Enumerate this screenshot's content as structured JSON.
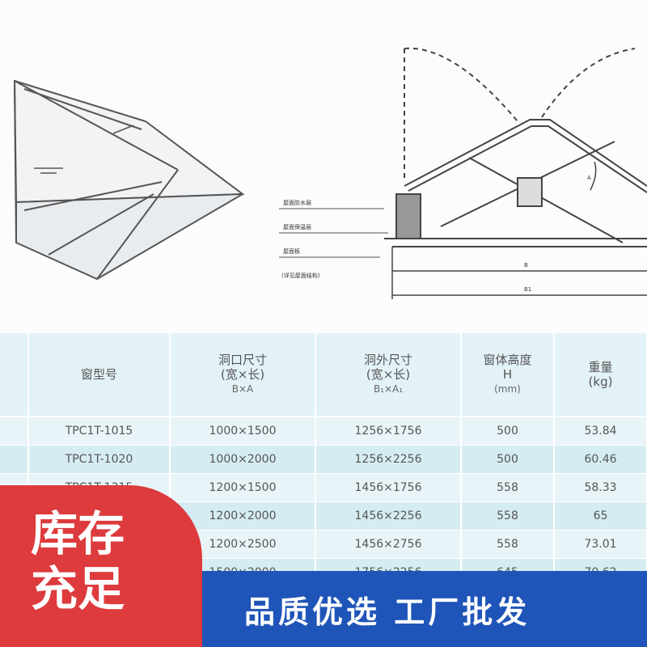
{
  "drawing": {
    "labels": [
      "屋面防水层",
      "屋面保温层",
      "屋面板",
      "(详见屋面结构)"
    ],
    "dim_B": "B",
    "dim_B1": "B1",
    "angle": "A"
  },
  "table": {
    "headers": [
      {
        "line1": "",
        "line2": "",
        "line3": ""
      },
      {
        "line1": "窗型号",
        "line2": "",
        "line3": ""
      },
      {
        "line1": "洞口尺寸",
        "line2": "(宽×长)",
        "line3": "B×A"
      },
      {
        "line1": "洞外尺寸",
        "line2": "(宽×长)",
        "line3": "B₁×A₁"
      },
      {
        "line1": "窗体高度",
        "line2": "H",
        "line3": "(mm)"
      },
      {
        "line1": "重量",
        "line2": "(kg)",
        "line3": ""
      }
    ],
    "rows": [
      [
        "",
        "TPC1T-1015",
        "1000×1500",
        "1256×1756",
        "500",
        "53.84"
      ],
      [
        "",
        "TPC1T-1020",
        "1000×2000",
        "1256×2256",
        "500",
        "60.46"
      ],
      [
        "",
        "TPC1T-1315",
        "1200×1500",
        "1456×1756",
        "558",
        "58.33"
      ],
      [
        "",
        "",
        "1200×2000",
        "1456×2256",
        "558",
        "65"
      ],
      [
        "",
        "",
        "1200×2500",
        "1456×2756",
        "558",
        "73.01"
      ],
      [
        "",
        "",
        "1500×2000",
        "1756×2256",
        "645",
        "70.62"
      ]
    ]
  },
  "badge": {
    "line1": "库存",
    "line2": "充足"
  },
  "banner": {
    "text": "品质优选  工厂批发"
  },
  "colors": {
    "banner": "#1f55b8",
    "badge": "#dd3b3d",
    "table_bg": "#e3f2f7"
  }
}
